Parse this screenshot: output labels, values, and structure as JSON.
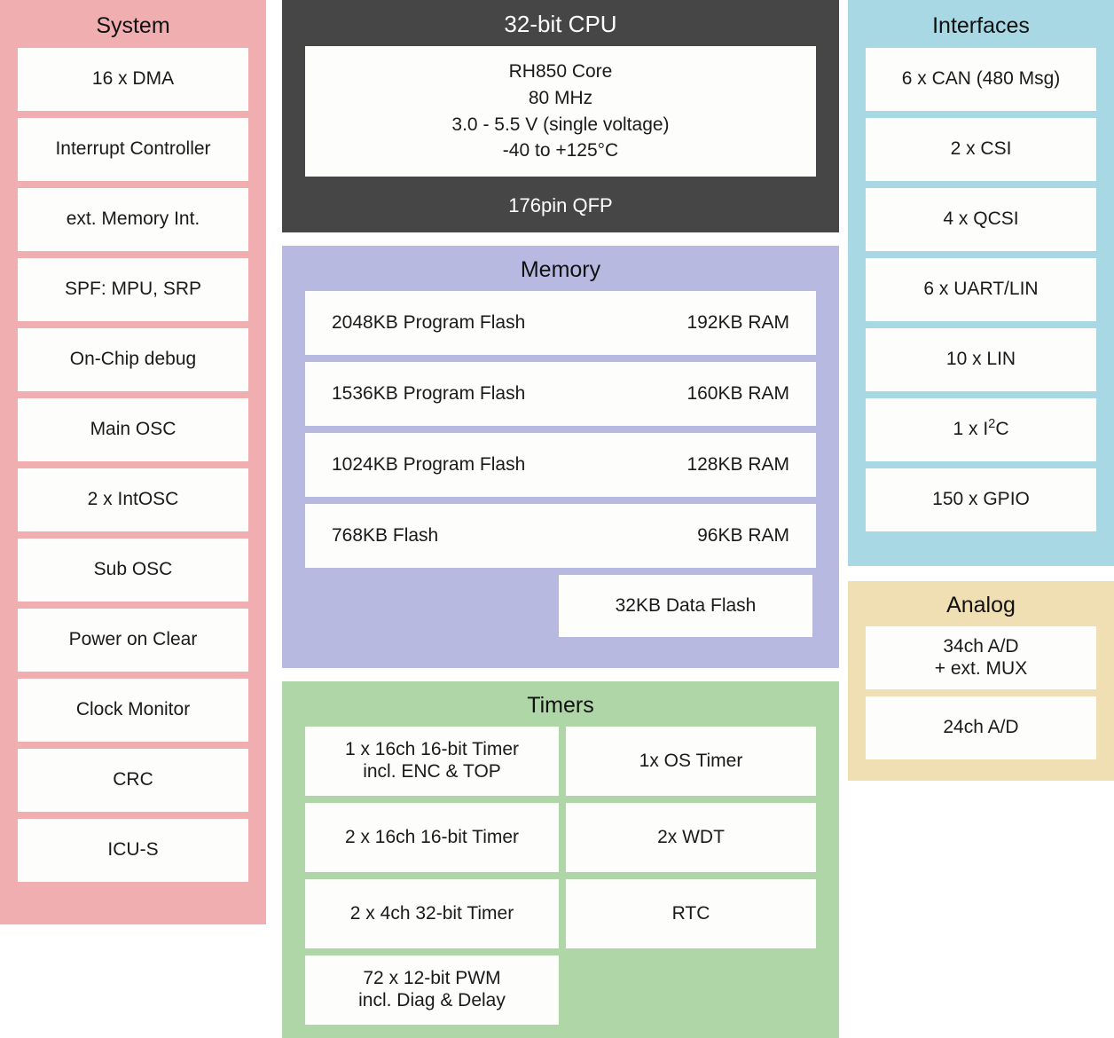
{
  "system": {
    "title": "System",
    "color": "#f0aeb1",
    "items": [
      "16 x DMA",
      "Interrupt Controller",
      "ext. Memory Int.",
      "SPF: MPU, SRP",
      "On-Chip debug",
      "Main OSC",
      "2 x IntOSC",
      "Sub OSC",
      "Power on Clear",
      "Clock Monitor",
      "CRC",
      "ICU-S"
    ]
  },
  "cpu": {
    "title": "32-bit CPU",
    "color": "#464646",
    "core_lines": [
      "RH850 Core",
      "80 MHz",
      "3.0 - 5.5 V (single voltage)",
      "-40 to +125°C"
    ],
    "package": "176pin QFP"
  },
  "memory": {
    "title": "Memory",
    "color": "#b7b9e0",
    "rows": [
      {
        "flash": "2048KB Program Flash",
        "ram": "192KB RAM"
      },
      {
        "flash": "1536KB Program Flash",
        "ram": "160KB RAM"
      },
      {
        "flash": "1024KB Program Flash",
        "ram": "128KB RAM"
      },
      {
        "flash": "768KB Flash",
        "ram": "96KB RAM"
      }
    ],
    "data_flash": "32KB Data Flash"
  },
  "timers": {
    "title": "Timers",
    "color": "#afd6a6",
    "cells": [
      {
        "line1": "1 x 16ch 16-bit Timer",
        "line2": "incl. ENC & TOP"
      },
      {
        "line1": "1x OS Timer",
        "line2": ""
      },
      {
        "line1": "2 x 16ch 16-bit Timer",
        "line2": ""
      },
      {
        "line1": "2x WDT",
        "line2": ""
      },
      {
        "line1": "2 x 4ch 32-bit Timer",
        "line2": ""
      },
      {
        "line1": "RTC",
        "line2": ""
      },
      {
        "line1": "72 x 12-bit PWM",
        "line2": "incl. Diag & Delay"
      }
    ]
  },
  "interfaces": {
    "title": "Interfaces",
    "color": "#a8d8e4",
    "items": [
      {
        "prefix": "6 x CAN (480 Msg)",
        "sup": "",
        "suffix": ""
      },
      {
        "prefix": "2 x CSI",
        "sup": "",
        "suffix": ""
      },
      {
        "prefix": "4 x QCSI",
        "sup": "",
        "suffix": ""
      },
      {
        "prefix": "6 x UART/LIN",
        "sup": "",
        "suffix": ""
      },
      {
        "prefix": "10 x LIN",
        "sup": "",
        "suffix": ""
      },
      {
        "prefix": "1 x I",
        "sup": "2",
        "suffix": "C"
      },
      {
        "prefix": "150 x GPIO",
        "sup": "",
        "suffix": ""
      }
    ]
  },
  "analog": {
    "title": "Analog",
    "color": "#efdfb2",
    "items": [
      {
        "line1": "34ch A/D",
        "line2": "+ ext. MUX"
      },
      {
        "line1": "24ch A/D",
        "line2": ""
      }
    ]
  }
}
